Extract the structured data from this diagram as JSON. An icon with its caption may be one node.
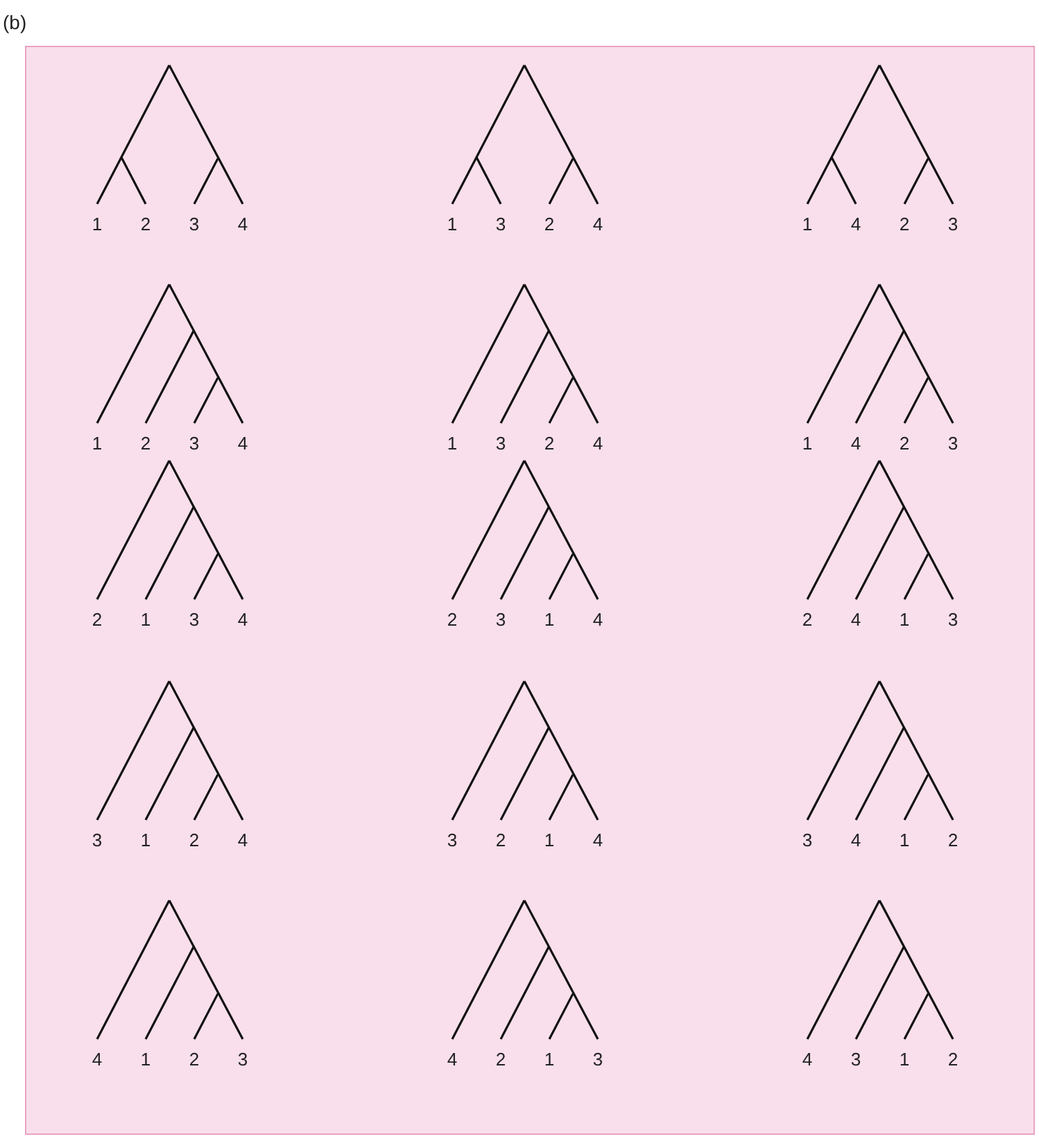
{
  "diagram": {
    "labels": [
      "(b)",
      "1",
      "2",
      "3",
      "4",
      "1",
      "3",
      "2",
      "4",
      "1",
      "4",
      "2",
      "3",
      "1",
      "2",
      "3",
      "4",
      "1",
      "3",
      "2",
      "4",
      "1",
      "4",
      "2",
      "3",
      "2",
      "1",
      "3",
      "4",
      "2",
      "3",
      "1",
      "4",
      "2",
      "4",
      "1",
      "3",
      "3",
      "1",
      "2",
      "4",
      "3",
      "2",
      "1",
      "4",
      "3",
      "4",
      "1",
      "2",
      "4",
      "1",
      "2",
      "3",
      "4",
      "2",
      "1",
      "3",
      "4",
      "3",
      "1",
      "2"
    ]
  }
}
